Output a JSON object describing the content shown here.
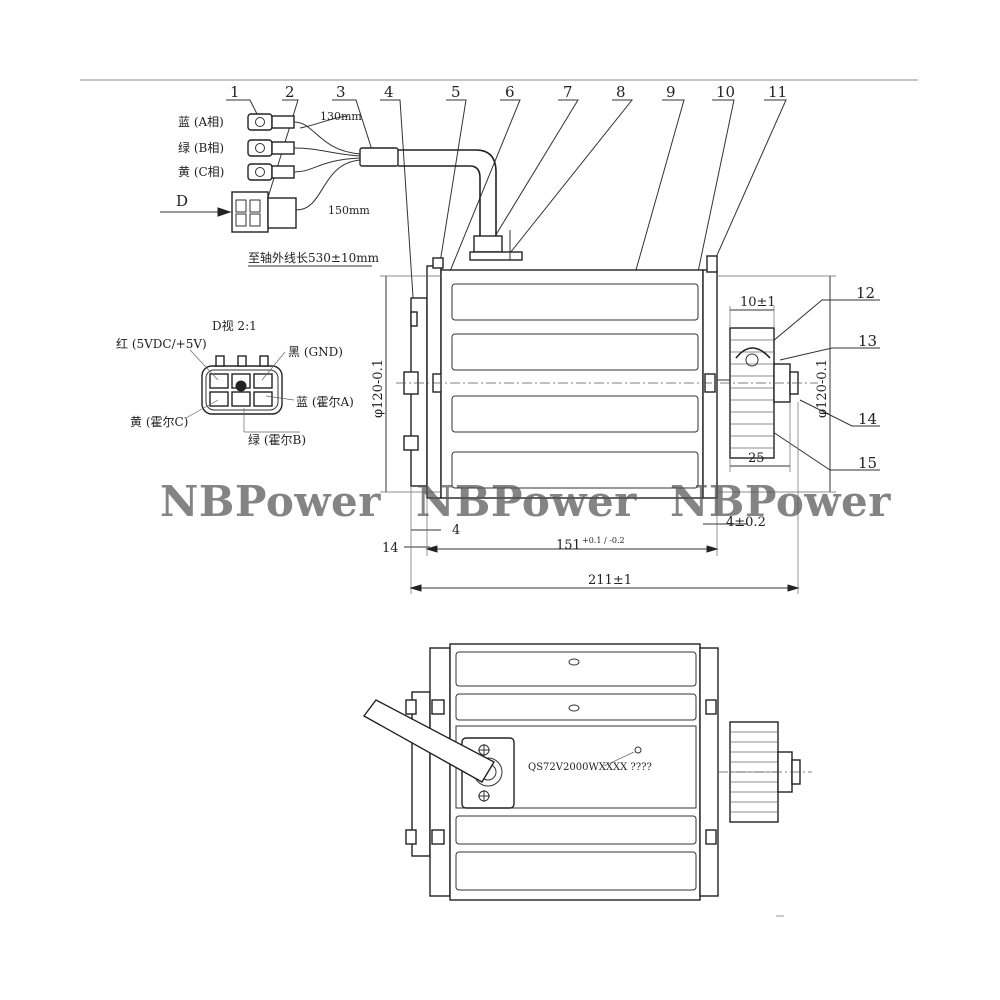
{
  "callouts": [
    "1",
    "2",
    "3",
    "4",
    "5",
    "6",
    "7",
    "8",
    "9",
    "10",
    "11",
    "12",
    "13",
    "14",
    "15"
  ],
  "wires": {
    "blue": "蓝 (A相)",
    "green": "绿 (B相)",
    "yellow": "黄 (C相)",
    "len_130": "130mm",
    "len_150": "150mm",
    "arrow_d": "D",
    "cable_note": "至轴外线长530±10mm"
  },
  "connector_view": {
    "title": "D视 2:1",
    "red": "红 (5VDC/+5V)",
    "black": "黑 (GND)",
    "blue_hall": "蓝 (霍尔A)",
    "yellow_hall": "黄 (霍尔C)",
    "green_hall": "绿 (霍尔B)"
  },
  "dimensions": {
    "dia_left": "φ120-0.1",
    "dia_right": "φ120-0.1",
    "shaft_10": "10±1",
    "pulley_25": "25",
    "gap_4_left": "4",
    "gap_4_right": "4±0.2",
    "edge_14": "14",
    "body_151": "151",
    "body_151_tol": "+0.1 / -0.2",
    "total_211": "211±1"
  },
  "model_label": "QS72V2000WXXXX ????",
  "watermark": [
    "NBPower",
    "NBPower",
    "NBPower"
  ],
  "colors": {
    "line": "#222222",
    "watermark": "#555555",
    "background": "#ffffff"
  }
}
